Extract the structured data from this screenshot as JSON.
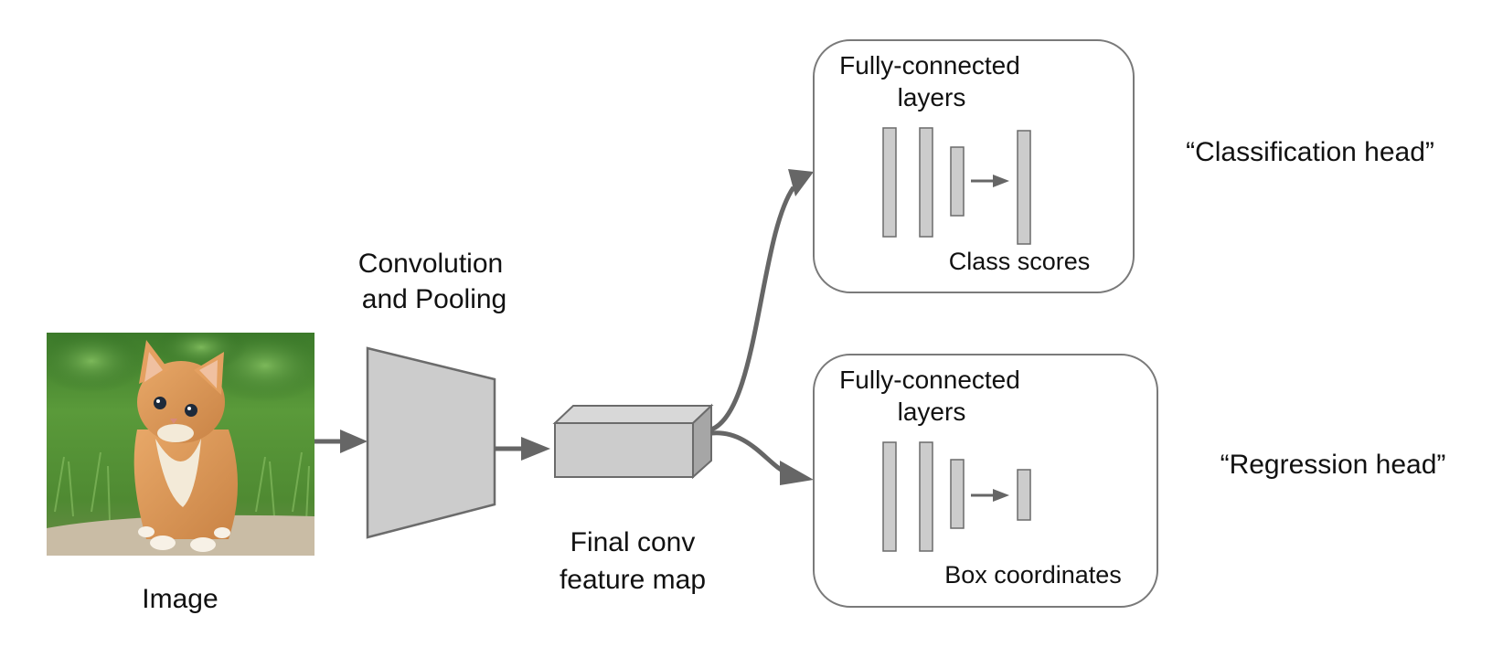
{
  "diagram": {
    "colors": {
      "stroke": "#6b6b6b",
      "arrow": "#666666",
      "fill_light": "#cccccc",
      "fill_top": "#d8d8d8",
      "fill_side": "#a6a6a6",
      "text": "#111111"
    },
    "input": {
      "label": "Image",
      "content": "kitten-photo"
    },
    "conv": {
      "label_line1": "Convolution",
      "label_line2": "and Pooling"
    },
    "feature_map": {
      "label_line1": "Final conv",
      "label_line2": "feature map"
    },
    "heads": [
      {
        "name": "classification",
        "box_title_line1": "Fully-connected",
        "box_title_line2": "layers",
        "output_label": "Class scores",
        "head_label": "“Classification head”"
      },
      {
        "name": "regression",
        "box_title_line1": "Fully-connected",
        "box_title_line2": "layers",
        "output_label": "Box coordinates",
        "head_label": "“Regression head”"
      }
    ]
  }
}
